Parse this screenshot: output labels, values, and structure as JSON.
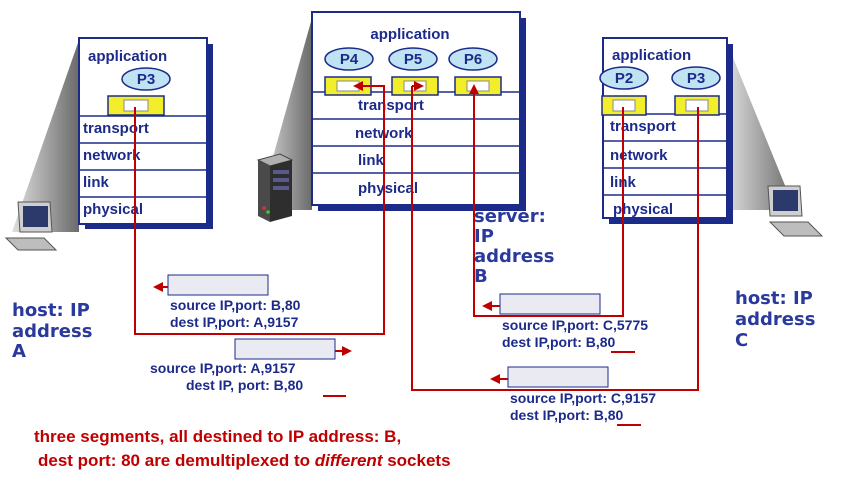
{
  "colors": {
    "stack_border": "#1c2b8a",
    "stack_shadow": "#1c2b8a",
    "text": "#1c2b8a",
    "arrow": "#c00000",
    "process_fill": "#bfe3f3",
    "socket_fill": "#f2ef2a",
    "segment_fill": "#eaeaf2"
  },
  "host_a": {
    "application": "application",
    "process": "P3",
    "layers": [
      "transport",
      "network",
      "link",
      "physical"
    ],
    "label_line1": "host:",
    "label_line1b": "IP",
    "label_line2": "address",
    "label_line3": "A"
  },
  "server": {
    "application": "application",
    "processes": [
      "P4",
      "P5",
      "P6"
    ],
    "layers": [
      "transport",
      "network",
      "link",
      "physical"
    ],
    "label_line1": "server:",
    "label_line2": "IP",
    "label_line3": "address",
    "label_line4": "B"
  },
  "host_c": {
    "application": "application",
    "processes": [
      "P2",
      "P3"
    ],
    "layers": [
      "transport",
      "network",
      "link",
      "physical"
    ],
    "label_line1": "host:",
    "label_line1b": "IP",
    "label_line2": "address",
    "label_line3": "C"
  },
  "segments": {
    "b_to_a": {
      "src": "source IP,port: B,80",
      "dst": "dest IP,port: A,9157"
    },
    "a_to_b": {
      "src": "source IP,port: A,9157",
      "dst": "dest IP, port: B,80"
    },
    "c5775_to_b": {
      "src": "source IP,port: C,5775",
      "dst": "dest IP,port: B,80"
    },
    "c9157_to_b": {
      "src": "source IP,port: C,9157",
      "dst": "dest IP,port: B,80"
    }
  },
  "caption": {
    "line1": "three segments, all destined to IP address: B,",
    "line2_a": "dest port: 80 are demultiplexed to ",
    "line2_b": "different",
    "line2_c": " sockets"
  }
}
